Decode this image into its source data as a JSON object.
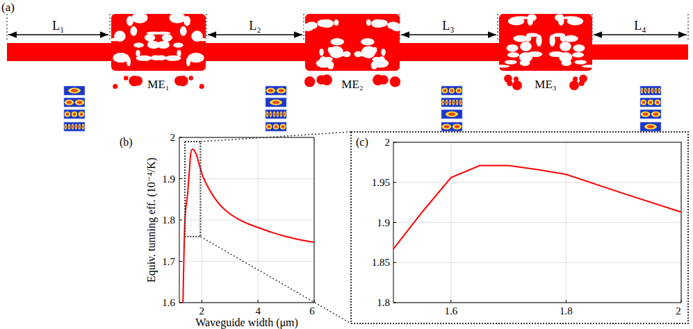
{
  "diagram": {
    "nodes": [
      {
        "text": [
          "ME₁"
        ]
      },
      {
        "text": [
          "ME₂"
        ]
      },
      {
        "text": [
          "ME₃"
        ]
      }
    ],
    "edges": [
      {
        "from": 0,
        "to": 1,
        "arrow": "none"
      },
      {
        "from": 1,
        "to": 2,
        "arrow": "none"
      }
    ],
    "labels": [
      "(a)",
      "L₁",
      "L₂",
      "L₃",
      "L₄",
      "(b)",
      "Equiv. tunning eff. (10⁻⁴/K)",
      "Waveguide width (μm)",
      "1.6",
      "1.7",
      "1.8",
      "1.9",
      "2",
      "2",
      "4",
      "6",
      "(c)",
      "1.8",
      "1.85",
      "1.9",
      "1.95",
      "2",
      "1.6",
      "1.8",
      "2"
    ]
  }
}
